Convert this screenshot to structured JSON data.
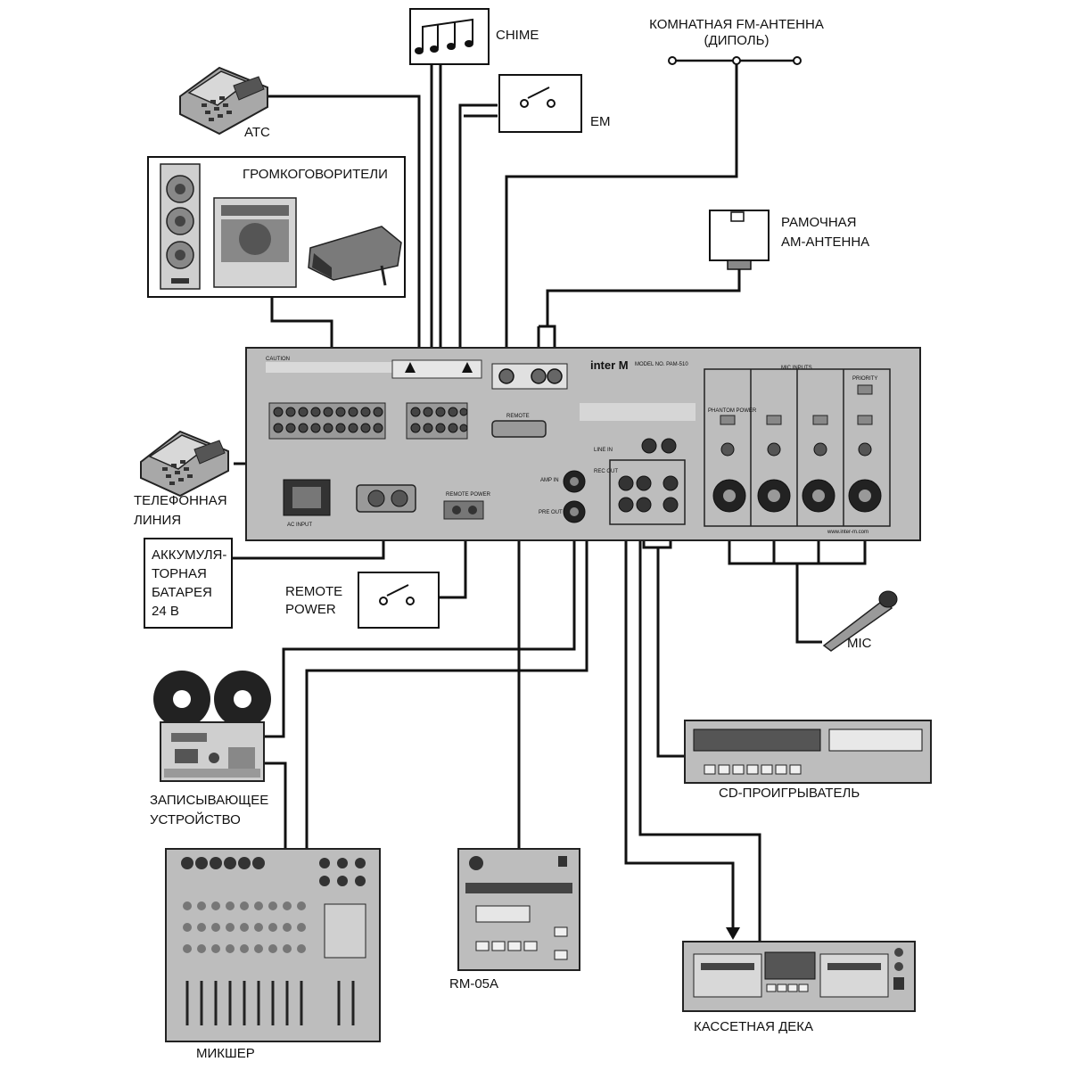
{
  "labels": {
    "chime": "CHIME",
    "em": "EM",
    "atc": "ATC",
    "fm_antenna_1": "КОМНАТНАЯ FM-АНТЕННА",
    "fm_antenna_2": "(ДИПОЛЬ)",
    "speakers": "ГРОМКОГОВОРИТЕЛИ",
    "am_antenna_1": "РАМОЧНАЯ",
    "am_antenna_2": "АМ-АНТЕННА",
    "phone_line_1": "ТЕЛЕФОННАЯ",
    "phone_line_2": "ЛИНИЯ",
    "battery_1": "АККУМУЛЯ-",
    "battery_2": "ТОРНАЯ",
    "battery_3": "БАТАРЕЯ",
    "battery_4": "24 В",
    "remote_power_1": "REMOTE",
    "remote_power_2": "POWER",
    "mic": "MIC",
    "recorder_1": "ЗАПИСЫВАЮЩЕЕ",
    "recorder_2": "УСТРОЙСТВО",
    "cd_player": "CD-ПРОИГРЫВАТЕЛЬ",
    "mixer": "МИКШЕР",
    "rm05a": "RM-05A",
    "cassette_deck": "КАССЕТНАЯ ДЕКА"
  },
  "amplifier": {
    "brand": "inter M",
    "model": "MODEL NO. PAM-510",
    "caution": "CAUTION",
    "remote_port": "REMOTE",
    "mic_inputs": "MIC INPUTS",
    "priority": "PRIORITY",
    "phantom_power": "PHANTOM POWER",
    "website": "www.inter-m.com",
    "ac_input": "AC INPUT",
    "remote_power_terminal": "REMOTE POWER",
    "amp_in": "AMP IN",
    "pre_out": "PRE OUT",
    "line_in": "LINE IN",
    "rec_out": "REC OUT"
  },
  "colors": {
    "panel": "#bdbdbd",
    "line": "#111111"
  }
}
